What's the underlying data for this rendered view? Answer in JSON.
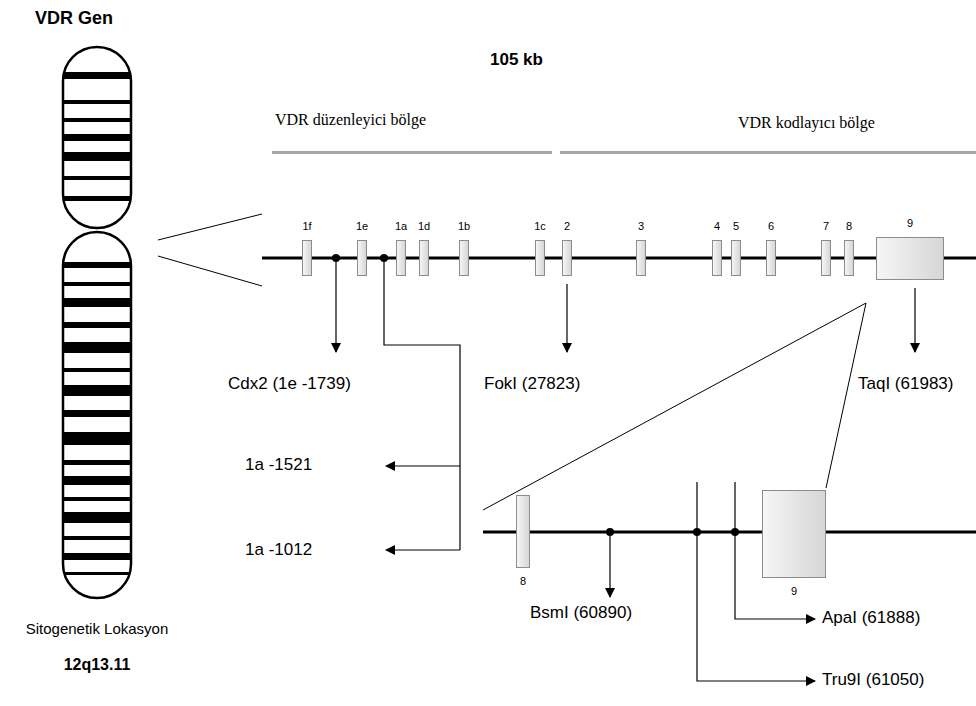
{
  "diagram": {
    "title": "VDR Gen",
    "nodes": [
      {
        "text": [
          "1f"
        ]
      },
      {
        "text": [
          "1e"
        ]
      },
      {
        "text": [
          "1a"
        ]
      },
      {
        "text": [
          "1d"
        ]
      },
      {
        "text": [
          "1b"
        ]
      },
      {
        "text": [
          "1c"
        ]
      },
      {
        "text": [
          "2"
        ]
      },
      {
        "text": [
          "3"
        ]
      },
      {
        "text": [
          "4"
        ]
      },
      {
        "text": [
          "5"
        ]
      },
      {
        "text": [
          "6"
        ]
      },
      {
        "text": [
          "7"
        ]
      },
      {
        "text": [
          "8"
        ]
      },
      {
        "text": [
          "9"
        ]
      },
      {
        "text": [
          "8"
        ]
      },
      {
        "text": [
          "9"
        ]
      }
    ],
    "labels": [
      "105 kb",
      "VDR düzenleyici bölge",
      "VDR kodlayıcı bölge",
      "Cdx2 (1e -1739)",
      "1a -1521",
      "1a -1012",
      "FokI (27823)",
      "TaqI (61983)",
      "BsmI (60890)",
      "Tru9I (61050)",
      "ApaI (61888)",
      "Sitogenetik Lokasyon",
      "12q13.11"
    ]
  }
}
